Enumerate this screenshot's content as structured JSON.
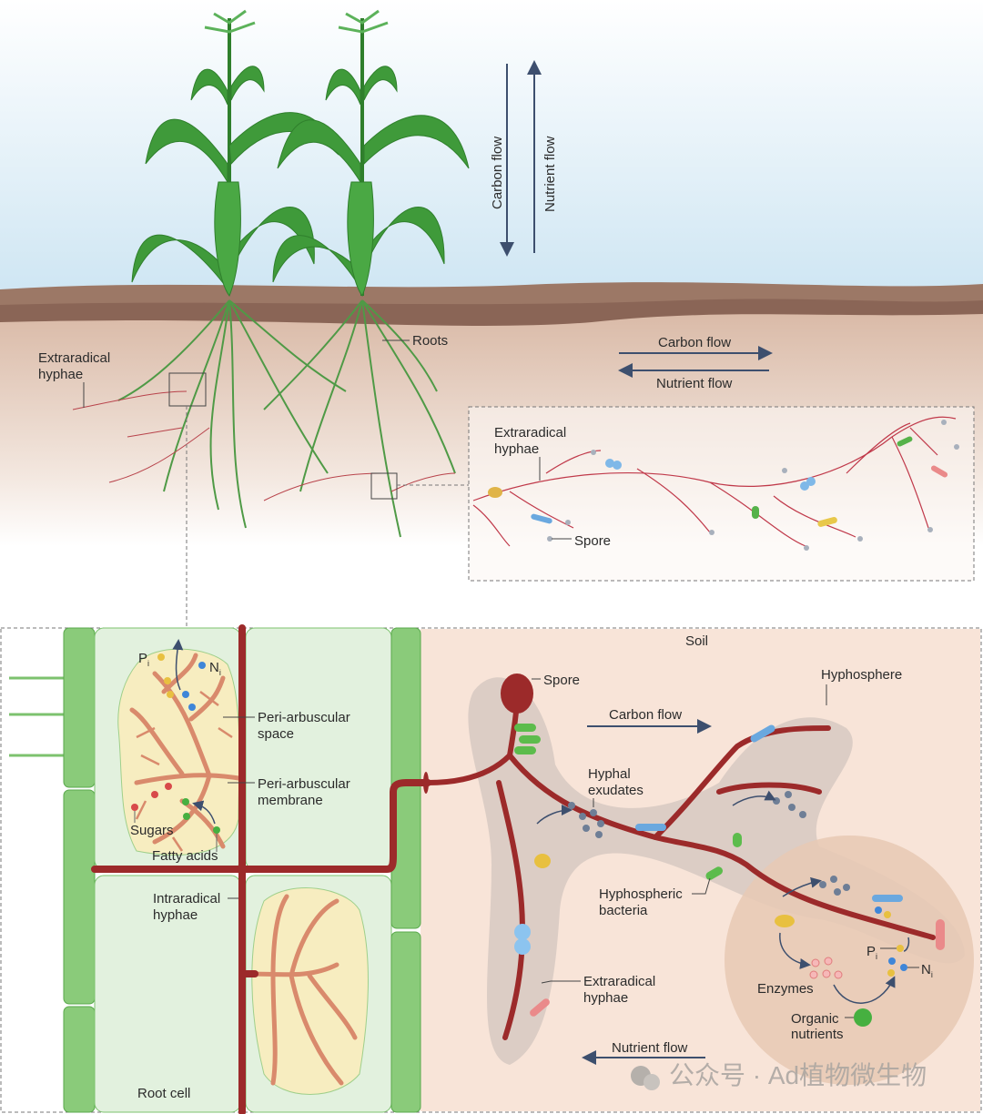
{
  "top": {
    "vertical_carbon_flow": "Carbon flow",
    "vertical_nutrient_flow": "Nutrient flow",
    "extraradical_hyphae": "Extraradical hyphae",
    "roots": "Roots",
    "carbon_flow": "Carbon flow",
    "nutrient_flow": "Nutrient flow"
  },
  "inset": {
    "extraradical_hyphae": "Extraradical hyphae",
    "spore": "Spore"
  },
  "bottom": {
    "soil": "Soil",
    "spore": "Spore",
    "hyphosphere": "Hyphosphere",
    "carbon_flow": "Carbon flow",
    "hyphal_exudates_1": "Hyphal",
    "hyphal_exudates_2": "exudates",
    "peri_space_1": "Peri-arbuscular",
    "peri_space_2": "space",
    "peri_membrane_1": "Peri-arbuscular",
    "peri_membrane_2": "membrane",
    "p_label": "P",
    "p_sub": "i",
    "n_label": "N",
    "n_sub": "i",
    "sugars": "Sugars",
    "fatty_acids": "Fatty acids",
    "intraradical_1": "Intraradical",
    "intraradical_2": "hyphae",
    "hyphospheric_1": "Hyphospheric",
    "hyphospheric_2": "bacteria",
    "enzymes": "Enzymes",
    "organic_1": "Organic",
    "organic_2": "nutrients",
    "extraradical_1": "Extraradical",
    "extraradical_2": "hyphae",
    "nutrient_flow": "Nutrient flow",
    "root_cell": "Root cell"
  },
  "watermark": "公众号 · Ad植物微生物",
  "colors": {
    "plant": "#3f9a3a",
    "hypha": "#9c2a2a",
    "soil": "#9c7866",
    "soil_light": "#dcc0ae",
    "arrow": "#3d4f6e",
    "cell": "#e2f1de",
    "cell_wall": "#7cc26e",
    "bottom_soil": "#f8e4d8"
  }
}
